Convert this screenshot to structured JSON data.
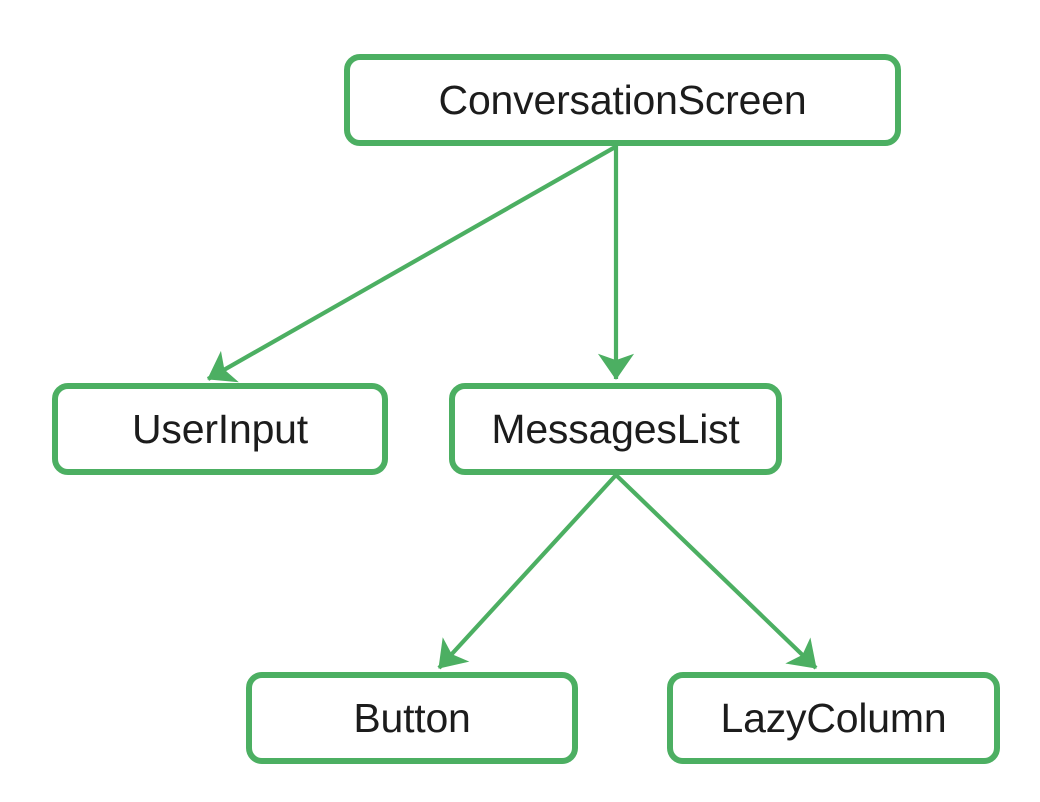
{
  "diagram": {
    "type": "directed-graph",
    "title": "",
    "theme": {
      "background": "#ffffff",
      "node_border": "#4caf62",
      "node_fill": "#ffffff",
      "node_text": "#1c1c1c",
      "edge": "#4caf62"
    },
    "nodes": [
      {
        "id": "conversationscreen",
        "label": "ConversationScreen"
      },
      {
        "id": "userinput",
        "label": "UserInput"
      },
      {
        "id": "messageslist",
        "label": "MessagesList"
      },
      {
        "id": "button",
        "label": "Button"
      },
      {
        "id": "lazycolumn",
        "label": "LazyColumn"
      }
    ],
    "edges": [
      {
        "id": "edge-conversationscreen-userinput",
        "from": "conversationscreen",
        "to": "userinput",
        "label": ""
      },
      {
        "id": "edge-conversationscreen-messageslist",
        "from": "conversationscreen",
        "to": "messageslist",
        "label": ""
      },
      {
        "id": "edge-messageslist-button",
        "from": "messageslist",
        "to": "button",
        "label": ""
      },
      {
        "id": "edge-messageslist-lazycolumn",
        "from": "messageslist",
        "to": "lazycolumn",
        "label": ""
      }
    ]
  }
}
